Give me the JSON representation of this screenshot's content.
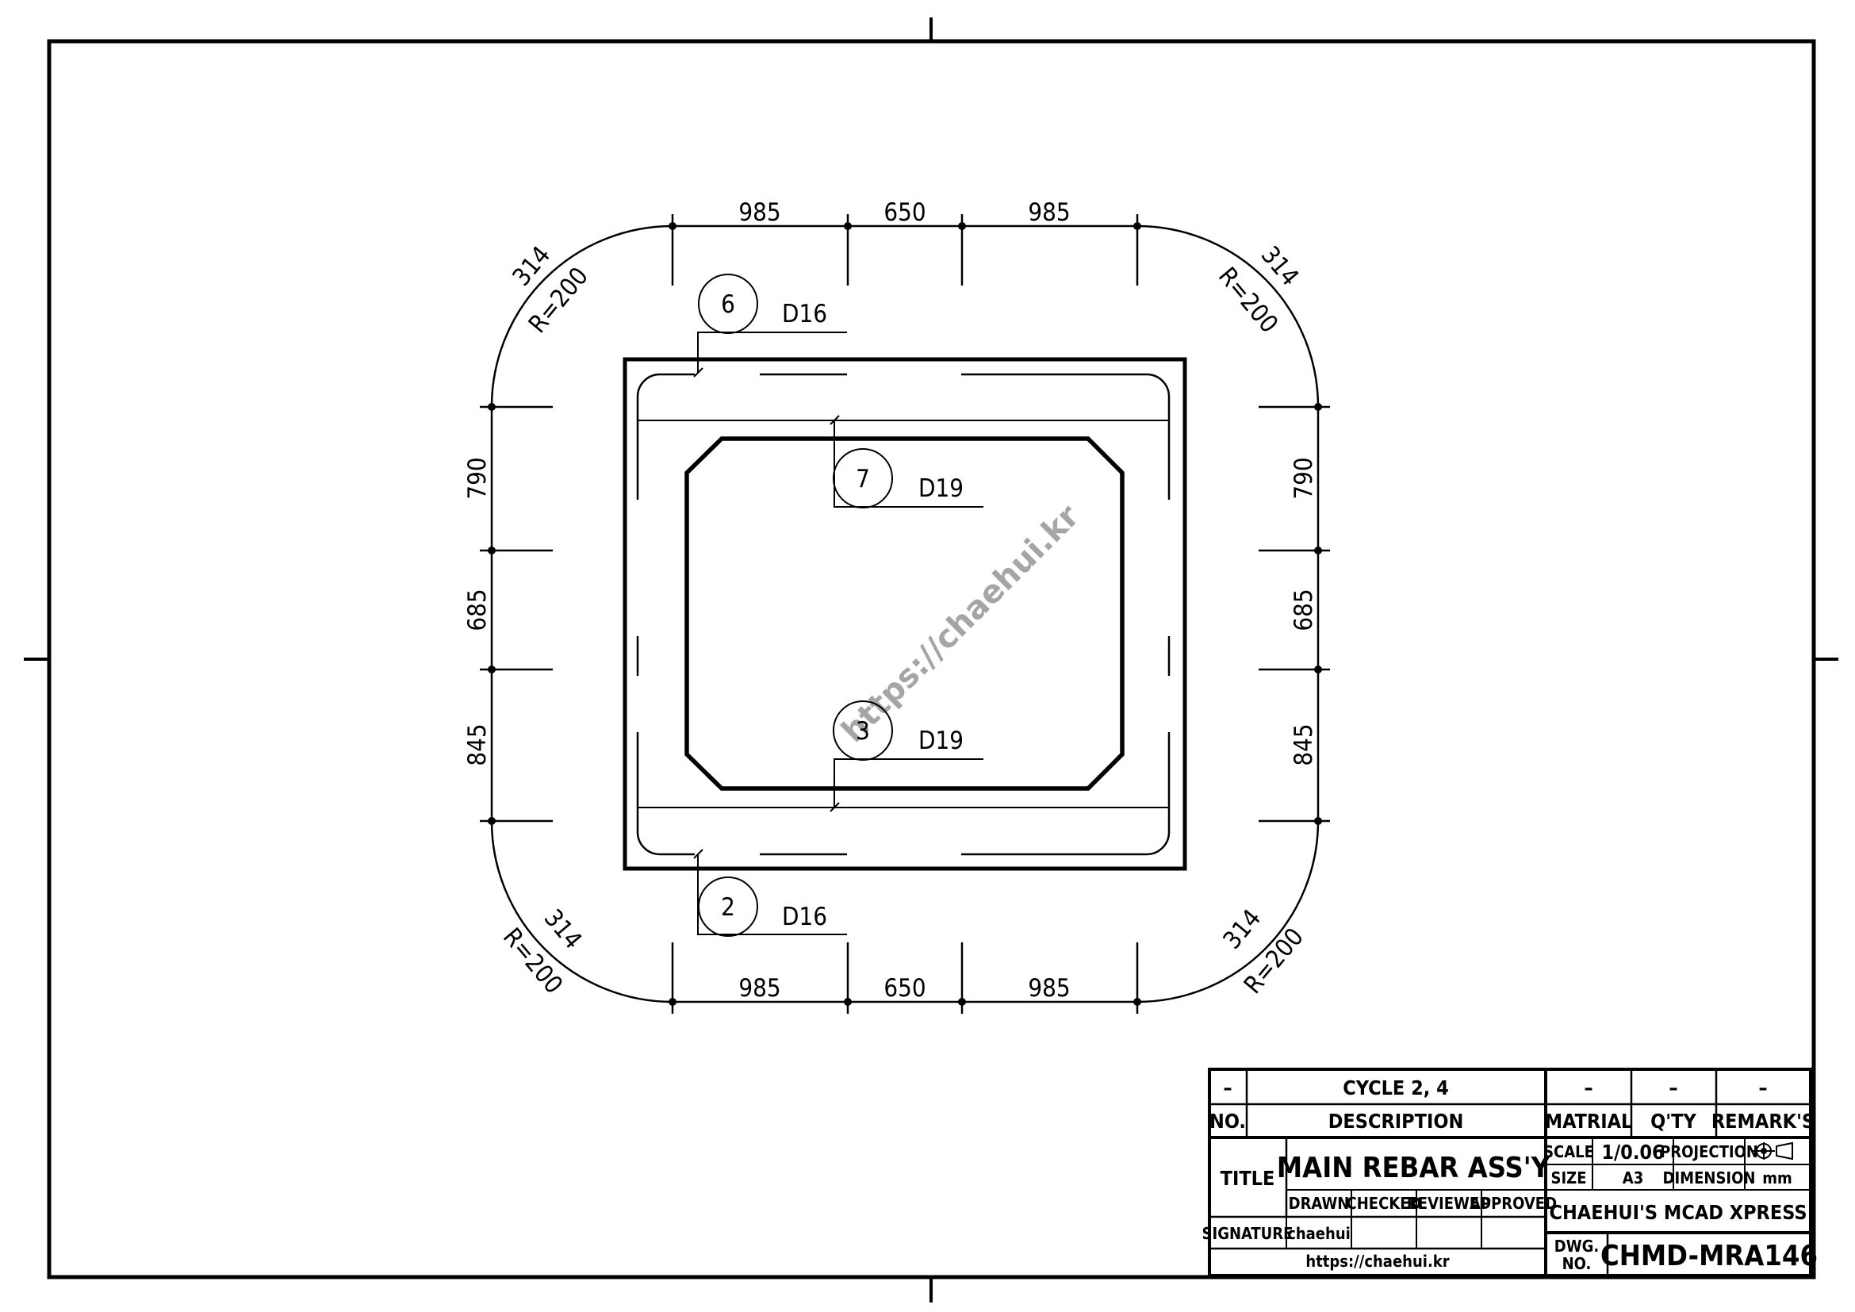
{
  "dimensions": {
    "top": [
      "985",
      "650",
      "985"
    ],
    "bottom": [
      "985",
      "650",
      "985"
    ],
    "left": [
      "790",
      "685",
      "845"
    ],
    "right": [
      "790",
      "685",
      "845"
    ],
    "corner_length": "314",
    "corner_radius": "R=200"
  },
  "balloons": [
    {
      "number": "6",
      "bar": "D16"
    },
    {
      "number": "7",
      "bar": "D19"
    },
    {
      "number": "3",
      "bar": "D19"
    },
    {
      "number": "2",
      "bar": "D16"
    }
  ],
  "watermark": "https://chaehui.kr",
  "title_block": {
    "part_row": {
      "no": "–",
      "description": "CYCLE 2, 4",
      "material": "–",
      "qty": "–",
      "remarks": "–"
    },
    "header_row": {
      "no": "NO.",
      "description": "DESCRIPTION",
      "material": "MATRIAL",
      "qty": "Q'TY",
      "remarks": "REMARK'S"
    },
    "title_label": "TITLE",
    "title": "MAIN REBAR ASS'Y",
    "scale_label": "SCALE",
    "scale": "1/0.06",
    "projection_label": "PROJECTION",
    "size_label": "SIZE",
    "size": "A3",
    "dimension_label": "DIMENSION",
    "dimension_unit": "mm",
    "roles": [
      "DRAWN",
      "CHECKED",
      "REVIEWED",
      "APPROVED"
    ],
    "signature_label": "SIGNATURE",
    "signature": "chaehui",
    "website": "https://chaehui.kr",
    "company": "CHAEHUI'S MCAD XPRESS",
    "dwg_no_label_1": "DWG.",
    "dwg_no_label_2": "NO.",
    "dwg_no": "CHMD-MRA146"
  }
}
